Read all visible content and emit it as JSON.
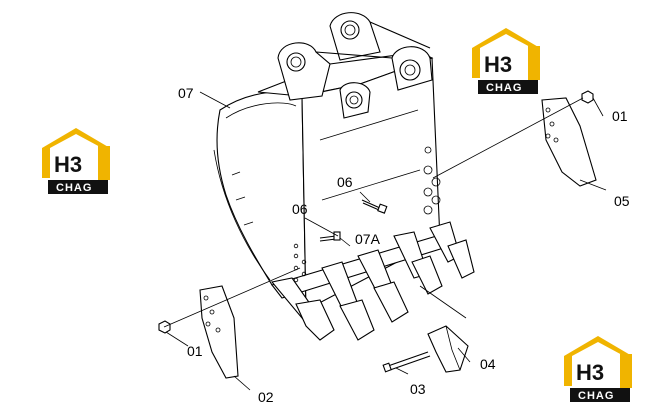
{
  "diagram": {
    "labels": {
      "bucket": "07",
      "bucket_sub": "07A",
      "bolt_left": "06",
      "bolt_right": "06",
      "nut_right": "01",
      "nut_left": "01",
      "side_cutter_right": "05",
      "side_cutter_left": "02",
      "pin": "03",
      "tooth": "04"
    }
  },
  "watermark": {
    "big_text": "H3",
    "small_text": "CHAG",
    "colors": {
      "roof": "#f0b400",
      "text": "#111111",
      "band": "#111111"
    }
  }
}
